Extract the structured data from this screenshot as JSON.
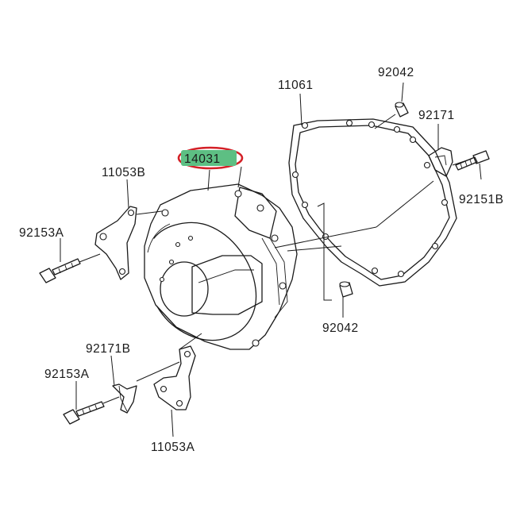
{
  "diagram": {
    "parts": {
      "p11061": "11061",
      "p92042_top": "92042",
      "p92171": "92171",
      "p14031": "14031",
      "p11053B": "11053B",
      "p92151B": "92151B",
      "p92153A_top": "92153A",
      "p92042_bottom": "92042",
      "p92171B": "92171B",
      "p92153A_bottom": "92153A",
      "p11053A": "11053A"
    },
    "highlight": {
      "part": "14031",
      "fill_color": "#5dbf83",
      "outline_color": "#d42027"
    }
  }
}
